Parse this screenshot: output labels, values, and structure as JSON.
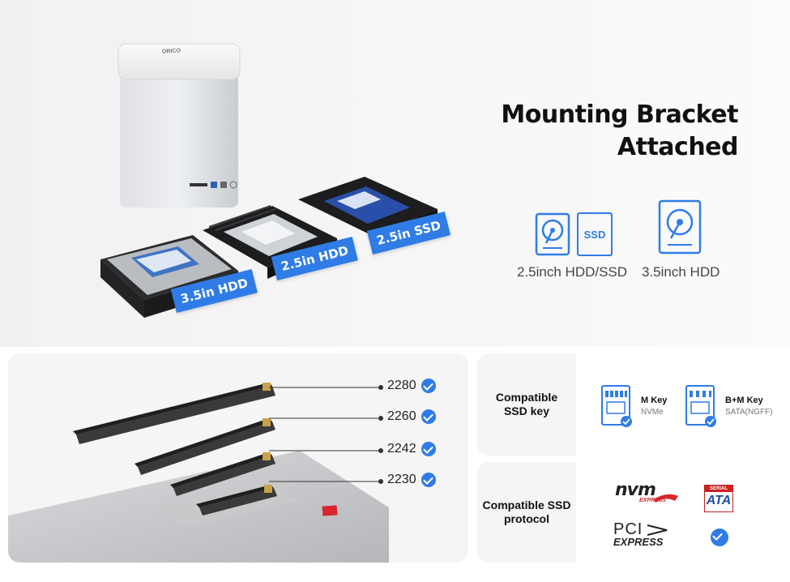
{
  "hero": {
    "heading_line1": "Mounting Bracket",
    "heading_line2": "Attached",
    "enclosure_logo": "ORICO",
    "tags": {
      "hdd35": "3.5in HDD",
      "hdd25": "2.5in HDD",
      "ssd25": "2.5in SSD"
    },
    "icon_ssd_text": "SSD",
    "caption_25": "2.5inch HDD/SSD",
    "caption_35": "3.5inch HDD"
  },
  "m2": {
    "lengths": [
      "2280",
      "2260",
      "2242",
      "2230"
    ]
  },
  "ssd_key": {
    "title_line1": "Compatible",
    "title_line2": "SSD key",
    "mkey_title": "M Key",
    "mkey_sub": "NVMe",
    "bmkey_title": "B+M Key",
    "bmkey_sub": "SATA(NGFF)"
  },
  "ssd_protocol": {
    "title_line1": "Compatible SSD",
    "title_line2": "protocol",
    "nvme_logo": "nvm",
    "nvme_sub": "EXPRESS",
    "sata_top": "SERIAL",
    "sata_main": "ATA",
    "pci_main": "PCI",
    "pci_sub": "EXPRESS"
  },
  "colors": {
    "accent": "#2f7ce6",
    "nvme_red": "#d7262c"
  }
}
